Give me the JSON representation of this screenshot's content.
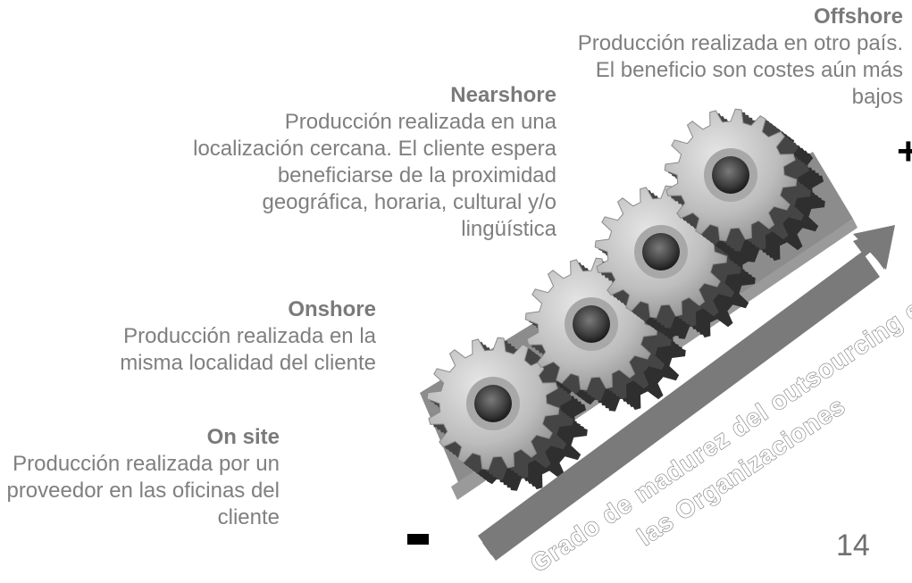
{
  "levels": {
    "offshore": {
      "title": "Offshore",
      "description": "Producción realizada en otro país. El beneficio son costes aún más bajos"
    },
    "nearshore": {
      "title": "Nearshore",
      "description": "Producción realizada en una localización cercana. El cliente espera beneficiarse de la proximidad geográfica, horaria, cultural y/o lingüística"
    },
    "onshore": {
      "title": "Onshore",
      "description": "Producción realizada en la misma localidad del cliente"
    },
    "onsite": {
      "title": "On site",
      "description": "Producción realizada por un proveedor en las oficinas del cliente"
    }
  },
  "axis": {
    "line1": "Grado de madurez del outsourcing en",
    "line2": "las Organizaciones",
    "plus_sign": "+",
    "minus_sign": "-"
  },
  "page_number": "14",
  "colors": {
    "text": "#7f7f7f",
    "ramp": "#8c8c8c",
    "arrow": "#7a7a7a",
    "gear_light": "#c8c8c8",
    "gear_dark": "#4a4a4a"
  }
}
